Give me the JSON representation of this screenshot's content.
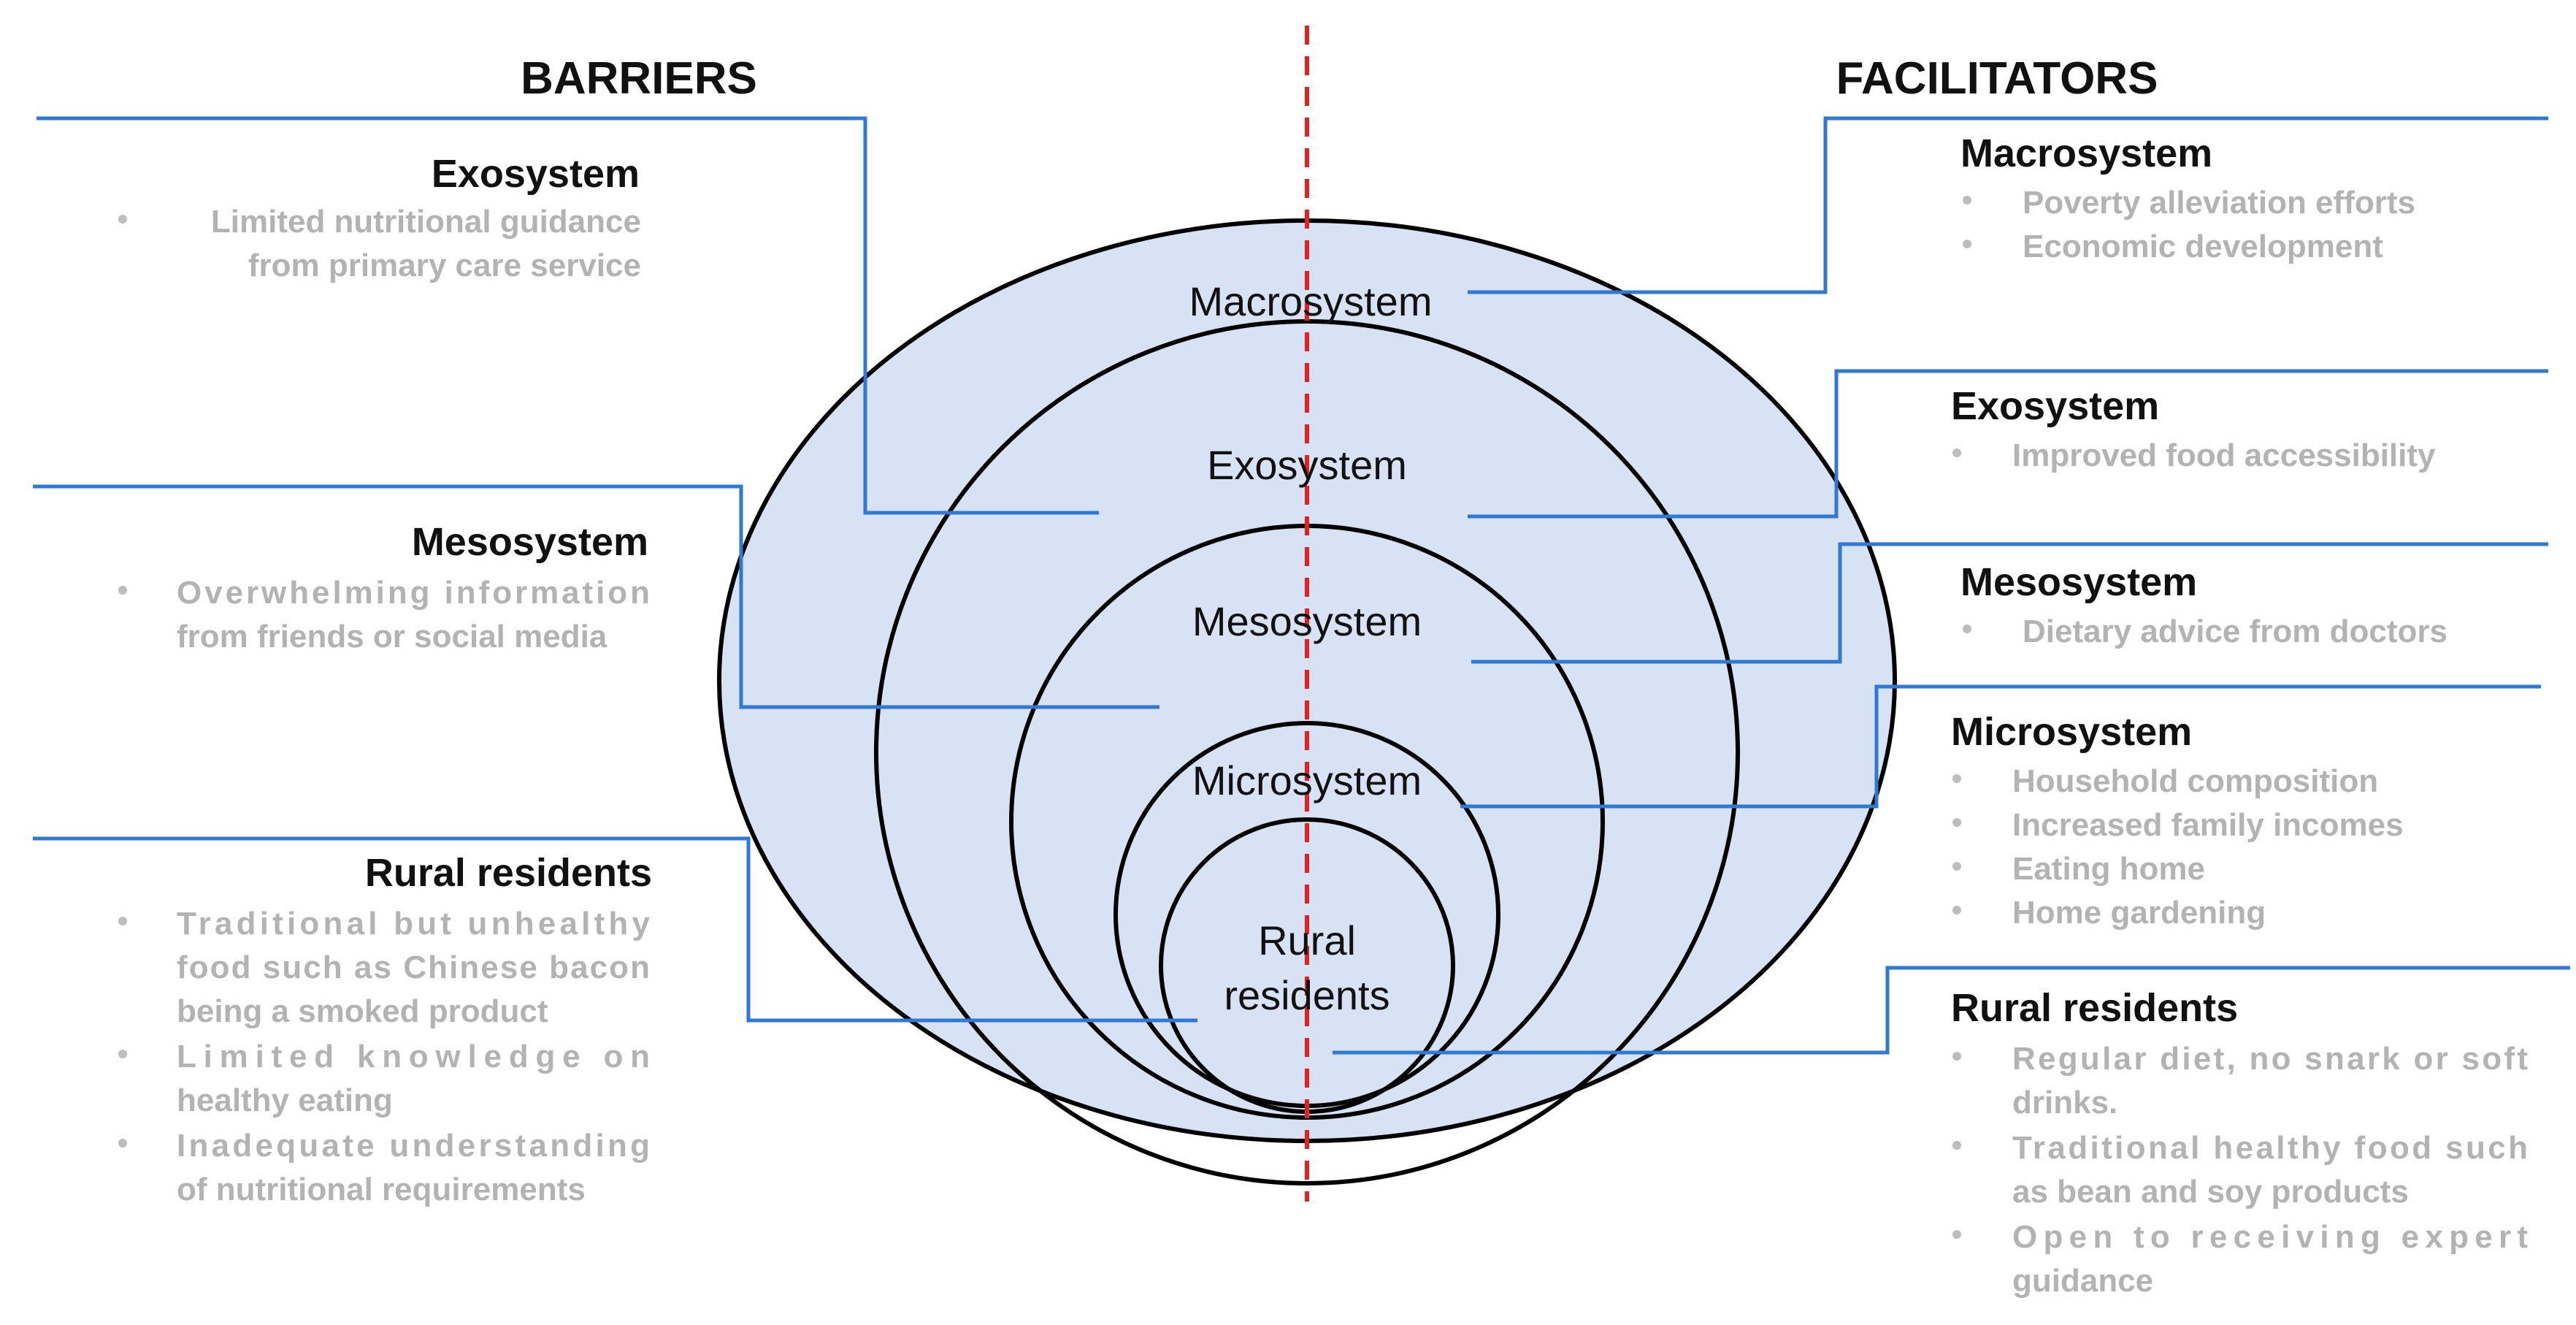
{
  "headings": {
    "barriers": "BARRIERS",
    "facilitators": "FACILITATORS"
  },
  "colors": {
    "leader": "#2f78d4",
    "ellipse_fill": "#d7e3f4",
    "divider": "#e5211f",
    "bullet_text": "#b3b3b3"
  },
  "rings": [
    {
      "label": "Macrosystem"
    },
    {
      "label": "Exosystem"
    },
    {
      "label": "Mesosystem"
    },
    {
      "label": "Microsystem"
    },
    {
      "label": [
        "Rural",
        "residents"
      ]
    }
  ],
  "barriers": [
    {
      "title": "Exosystem",
      "lines": [
        [
          "Limited nutritional guidance",
          "from primary care service"
        ]
      ]
    },
    {
      "title": "Mesosystem",
      "lines": [
        [
          "Overwhelming information",
          "from friends or social media"
        ]
      ]
    },
    {
      "title": "Rural residents",
      "lines": [
        [
          "Traditional but unhealthy",
          "food such as Chinese bacon",
          "being a smoked product"
        ],
        [
          "Limited knowledge on",
          "healthy eating"
        ],
        [
          "Inadequate understanding",
          "of nutritional requirements"
        ]
      ]
    }
  ],
  "facilitators": [
    {
      "title": "Macrosystem",
      "lines": [
        [
          "Poverty alleviation efforts"
        ],
        [
          "Economic development"
        ]
      ]
    },
    {
      "title": "Exosystem",
      "lines": [
        [
          "Improved food accessibility"
        ]
      ]
    },
    {
      "title": "Mesosystem",
      "lines": [
        [
          "Dietary advice from doctors"
        ]
      ]
    },
    {
      "title": "Microsystem",
      "lines": [
        [
          "Household composition"
        ],
        [
          "Increased family incomes"
        ],
        [
          "Eating home"
        ],
        [
          "Home gardening"
        ]
      ]
    },
    {
      "title": "Rural residents",
      "lines": [
        [
          "Regular diet, no snark or soft",
          "drinks."
        ],
        [
          "Traditional healthy food such",
          "as bean and soy products"
        ],
        [
          "Open to receiving expert",
          "guidance"
        ]
      ]
    }
  ]
}
